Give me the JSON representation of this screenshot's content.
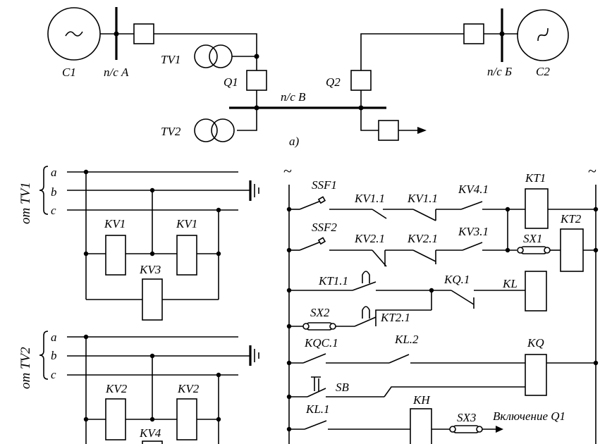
{
  "top": {
    "gen1": "С1",
    "gen2": "С2",
    "bus_a": "п/с А",
    "bus_b": "п/с Б",
    "bus_v": "п/с В",
    "tv1": "TV1",
    "tv2": "TV2",
    "q1": "Q1",
    "q2": "Q2",
    "caption": "а)"
  },
  "left": {
    "from_tv1": "от TV1",
    "from_tv2": "от TV2",
    "phase_a": "a",
    "phase_b": "b",
    "phase_c": "c",
    "kv1": "KV1",
    "kv2": "KV2",
    "kv3": "KV3",
    "kv4": "KV4"
  },
  "right": {
    "tilde": "~",
    "ssf1": "SSF1",
    "ssf2": "SSF2",
    "kv11": "KV1.1",
    "kv21": "KV2.1",
    "kv41": "KV4.1",
    "kv31": "KV3.1",
    "kt1": "KT1",
    "kt2": "KT2",
    "sx1": "SX1",
    "kt11": "KT1.1",
    "kq1": "KQ.1",
    "kl": "KL",
    "sx2": "SX2",
    "kt21": "KT2.1",
    "kqc1": "KQC.1",
    "kl2": "KL.2",
    "kq": "KQ",
    "sb": "SB",
    "kl1": "KL.1",
    "kh": "KH",
    "sx3": "SX3",
    "enable_q1": "Включение Q1"
  }
}
